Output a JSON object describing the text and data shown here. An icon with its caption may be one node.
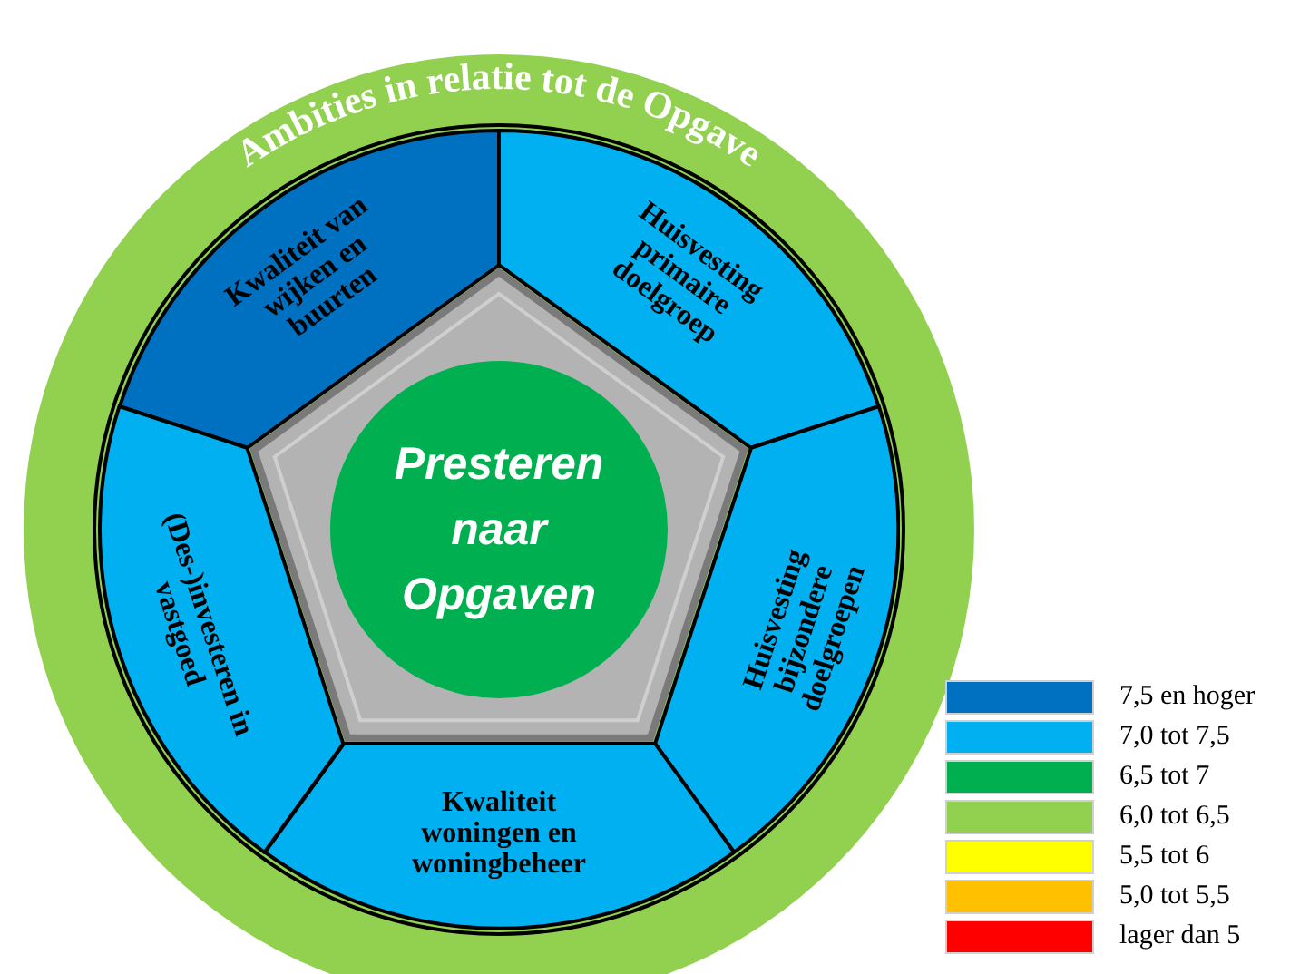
{
  "diagram": {
    "nodes": [
      {
        "text": [
          "Ambities in relatie tot de Opgave"
        ]
      },
      {
        "text": [
          "Kwaliteit van wijken en buurten"
        ],
        "in": 0
      },
      {
        "text": [
          "Huisvesting primaire doelgroep"
        ],
        "in": 0
      },
      {
        "text": [
          "Huisvesting bijzondere doelgroepen"
        ],
        "in": 0
      },
      {
        "text": [
          "Kwaliteit woningen en woningbeheer"
        ],
        "in": 0
      },
      {
        "text": [
          "(Des-)investeren in vastgoed"
        ],
        "in": 0
      },
      {
        "text": [
          "Presteren naar Opgaven"
        ],
        "in": 0
      }
    ],
    "legend": [
      {
        "text": "7,5 en hoger",
        "color": "#0070c0"
      },
      {
        "text": "7,0 tot 7,5",
        "color": "#00b0f0"
      },
      {
        "text": "6,5 tot 7",
        "color": "#00b050"
      },
      {
        "text": "6,0 tot 6,5",
        "color": "#92d050"
      },
      {
        "text": "5,5 tot 6",
        "color": "#ffff00"
      },
      {
        "text": "5,0 tot 5,5",
        "color": "#ffc000"
      },
      {
        "text": "lager dan 5",
        "color": "#ff0000"
      }
    ]
  }
}
